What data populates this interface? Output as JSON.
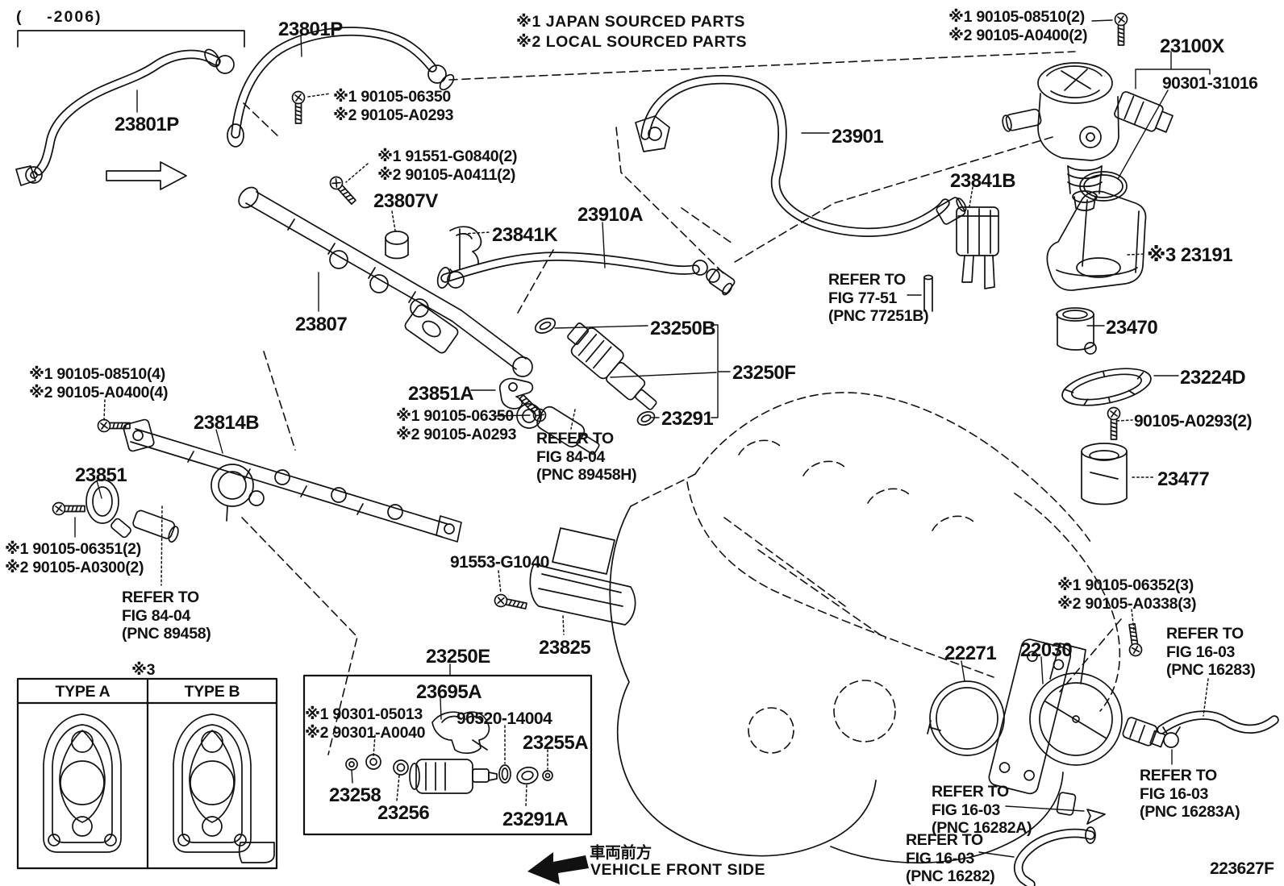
{
  "drawing_code": "223627F",
  "header": {
    "model_range": "(    -2006)",
    "sourcing_note_1": "※1 JAPAN SOURCED PARTS",
    "sourcing_note_2": "※2 LOCAL SOURCED PARTS"
  },
  "front_marker": {
    "jp": "車両前方",
    "en": "VEHICLE FRONT SIDE"
  },
  "type_table": {
    "marker": "※3",
    "col_a": "TYPE A",
    "col_b": "TYPE B"
  },
  "part_labels": [
    {
      "id": "23801p-left",
      "text": "23801P"
    },
    {
      "id": "23801p-top",
      "text": "23801P"
    },
    {
      "id": "23807v",
      "text": "23807V"
    },
    {
      "id": "23841k",
      "text": "23841K"
    },
    {
      "id": "23910a",
      "text": "23910A"
    },
    {
      "id": "23901",
      "text": "23901"
    },
    {
      "id": "23841b",
      "text": "23841B"
    },
    {
      "id": "23100x",
      "text": "23100X"
    },
    {
      "id": "90301-31016",
      "text": "90301-31016"
    },
    {
      "id": "23191",
      "text": "※3 23191"
    },
    {
      "id": "23470",
      "text": "23470"
    },
    {
      "id": "23224d",
      "text": "23224D"
    },
    {
      "id": "90105-a0293-2",
      "text": "90105-A0293(2)"
    },
    {
      "id": "23477",
      "text": "23477"
    },
    {
      "id": "23807",
      "text": "23807"
    },
    {
      "id": "23851a",
      "text": "23851A"
    },
    {
      "id": "23250b",
      "text": "23250B"
    },
    {
      "id": "23250f",
      "text": "23250F"
    },
    {
      "id": "23291",
      "text": "23291"
    },
    {
      "id": "23814b",
      "text": "23814B"
    },
    {
      "id": "23851",
      "text": "23851"
    },
    {
      "id": "91553-g1040",
      "text": "91553-G1040"
    },
    {
      "id": "23825",
      "text": "23825"
    },
    {
      "id": "23250e",
      "text": "23250E"
    },
    {
      "id": "23695a",
      "text": "23695A"
    },
    {
      "id": "90520-14004",
      "text": "90520-14004"
    },
    {
      "id": "23255a",
      "text": "23255A"
    },
    {
      "id": "23258",
      "text": "23258"
    },
    {
      "id": "23256",
      "text": "23256"
    },
    {
      "id": "23291a",
      "text": "23291A"
    },
    {
      "id": "22271",
      "text": "22271"
    },
    {
      "id": "22030",
      "text": "22030"
    }
  ],
  "fastener_notes": [
    {
      "id": "bolt-top",
      "text": "※1 90105-06350\n※2 90105-A0293"
    },
    {
      "id": "bolt-rail",
      "text": "※1 91551-G0840(2)\n※2 90105-A0411(2)"
    },
    {
      "id": "bolt-pump",
      "text": "※1 90105-08510(2)\n※2 90105-A0400(2)"
    },
    {
      "id": "bolt-sensor",
      "text": "※1 90105-06350\n※2 90105-A0293"
    },
    {
      "id": "bolt-rail2",
      "text": "※1 90105-08510(4)\n※2 90105-A0400(4)"
    },
    {
      "id": "bolt-sensor2",
      "text": "※1 90105-06351(2)\n※2 90105-A0300(2)"
    },
    {
      "id": "washer-injector",
      "text": "※1 90301-05013\n※2 90301-A0040"
    },
    {
      "id": "bolt-throttle",
      "text": "※1 90105-06352(3)\n※2 90105-A0338(3)"
    }
  ],
  "reference_notes": [
    {
      "id": "fig-77-51",
      "text": "REFER TO\nFIG 77-51\n(PNC 77251B)"
    },
    {
      "id": "fig-84-04-h",
      "text": "REFER TO\nFIG 84-04\n(PNC 89458H)"
    },
    {
      "id": "fig-84-04",
      "text": "REFER TO\nFIG 84-04\n(PNC 89458)"
    },
    {
      "id": "fig-16-03-16283",
      "text": "REFER TO\nFIG 16-03\n(PNC 16283)"
    },
    {
      "id": "fig-16-03-16283a",
      "text": "REFER TO\nFIG 16-03\n(PNC 16283A)"
    },
    {
      "id": "fig-16-03-16282a",
      "text": "REFER TO\nFIG 16-03\n(PNC 16282A)"
    },
    {
      "id": "fig-16-03-16282",
      "text": "REFER TO\nFIG 16-03\n(PNC 16282)"
    }
  ]
}
